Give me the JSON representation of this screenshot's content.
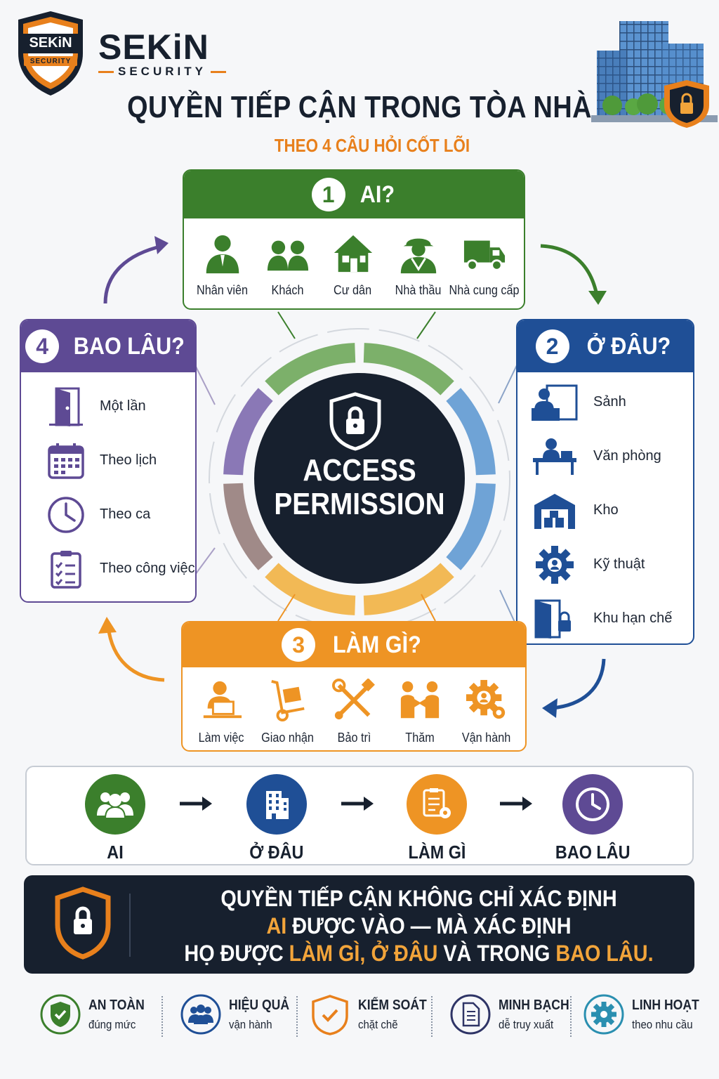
{
  "brand": {
    "logo_text": "SEKiN",
    "logo_sub": "SECURITY",
    "name": "SEKiN",
    "tagline": "SECURITY"
  },
  "header": {
    "title": "QUYỀN TIẾP CẬN TRONG TÒA NHÀ",
    "subtitle": "THEO 4 CÂU HỎI CỐT LÕI"
  },
  "center": {
    "line1": "ACCESS",
    "line2": "PERMISSION"
  },
  "colors": {
    "green": "#3b7f2c",
    "blue": "#1f4f96",
    "orange": "#ee9424",
    "purple": "#5e4a94",
    "navy": "#17202e",
    "accent": "#e8801c"
  },
  "q1": {
    "num": "1",
    "title": "AI?",
    "items": [
      {
        "icon": "employee-icon",
        "label": "Nhân viên"
      },
      {
        "icon": "guests-icon",
        "label": "Khách"
      },
      {
        "icon": "house-icon",
        "label": "Cư dân"
      },
      {
        "icon": "contractor-icon",
        "label": "Nhà thầu"
      },
      {
        "icon": "truck-icon",
        "label": "Nhà cung cấp"
      }
    ]
  },
  "q2": {
    "num": "2",
    "title": "Ở ĐÂU?",
    "items": [
      {
        "icon": "lobby-icon",
        "label": "Sảnh"
      },
      {
        "icon": "office-icon",
        "label": "Văn phòng"
      },
      {
        "icon": "warehouse-icon",
        "label": "Kho"
      },
      {
        "icon": "gear-icon",
        "label": "Kỹ thuật"
      },
      {
        "icon": "locked-door-icon",
        "label": "Khu hạn chế"
      }
    ]
  },
  "q3": {
    "num": "3",
    "title": "LÀM GÌ?",
    "items": [
      {
        "icon": "laptop-worker-icon",
        "label": "Làm việc"
      },
      {
        "icon": "handtruck-icon",
        "label": "Giao nhận"
      },
      {
        "icon": "tools-icon",
        "label": "Bảo trì"
      },
      {
        "icon": "handshake-icon",
        "label": "Thăm"
      },
      {
        "icon": "operations-gear-icon",
        "label": "Vận hành"
      }
    ]
  },
  "q4": {
    "num": "4",
    "title": "BAO LÂU?",
    "items": [
      {
        "icon": "door-icon",
        "label": "Một lần"
      },
      {
        "icon": "calendar-icon",
        "label": "Theo lịch"
      },
      {
        "icon": "clock-icon",
        "label": "Theo ca"
      },
      {
        "icon": "clipboard-icon",
        "label": "Theo công việc"
      }
    ]
  },
  "flow": {
    "steps": [
      "AI",
      "Ở ĐÂU",
      "LÀM GÌ",
      "BAO LÂU"
    ]
  },
  "message": {
    "l1": "QUYỀN TIẾP CẬN KHÔNG CHỈ XÁC ĐỊNH",
    "l2a": "AI",
    "l2b": " ĐƯỢC VÀO  —  MÀ XÁC ĐỊNH",
    "l3a": "HỌ ĐƯỢC ",
    "l3b": "LÀM GÌ, Ở ĐÂU",
    "l3c": " VÀ TRONG ",
    "l3d": "BAO LÂU."
  },
  "features": [
    {
      "title": "AN TOÀN",
      "sub": "đúng mức"
    },
    {
      "title": "HIỆU QUẢ",
      "sub": "vận hành"
    },
    {
      "title": "KIỂM SOÁT",
      "sub": "chặt chẽ"
    },
    {
      "title": "MINH BẠCH",
      "sub": "dễ truy xuất"
    },
    {
      "title": "LINH HOẠT",
      "sub": "theo nhu cầu"
    }
  ]
}
